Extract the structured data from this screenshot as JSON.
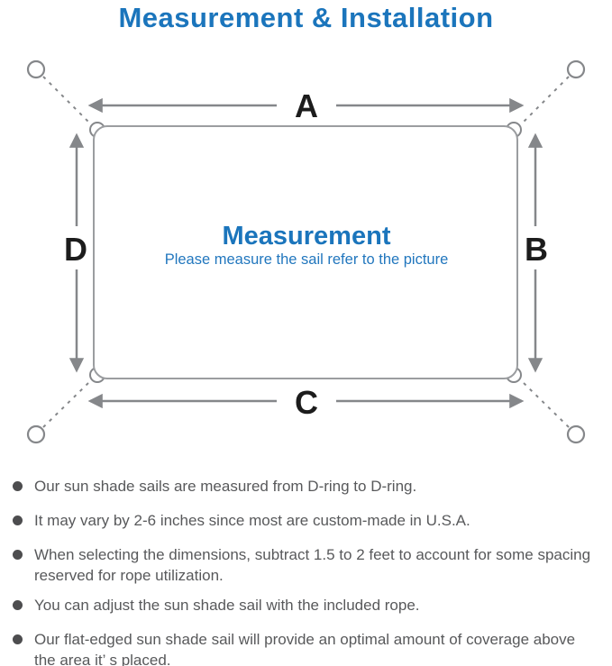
{
  "title": "Measurement & Installation",
  "diagram": {
    "labels": {
      "top": "A",
      "right": "B",
      "bottom": "C",
      "left": "D"
    },
    "center_title": "Measurement",
    "center_subtitle": "Please measure the sail refer to the picture",
    "icons": [
      "anchor-ring-icon",
      "d-ring-icon",
      "dimension-arrow-icon"
    ],
    "colors": {
      "accent_blue": "#1B75BC",
      "subtitle_blue": "#2277BE",
      "line_gray": "#85878A",
      "outline_gray": "#9B9DA0",
      "label_black": "#1C1C1C"
    }
  },
  "bullets": {
    "text_color": "#58595B",
    "items": [
      "Our sun shade sails are measured from D-ring to D-ring.",
      "It may vary by 2-6 inches since most are custom-made in U.S.A.",
      "When selecting the dimensions, subtract 1.5 to 2 feet to account for some spacing reserved for rope utilization.",
      "You can adjust the sun shade sail with the included rope.",
      "Our flat-edged sun shade sail will provide an optimal amount of coverage above the area it’ s placed."
    ]
  }
}
